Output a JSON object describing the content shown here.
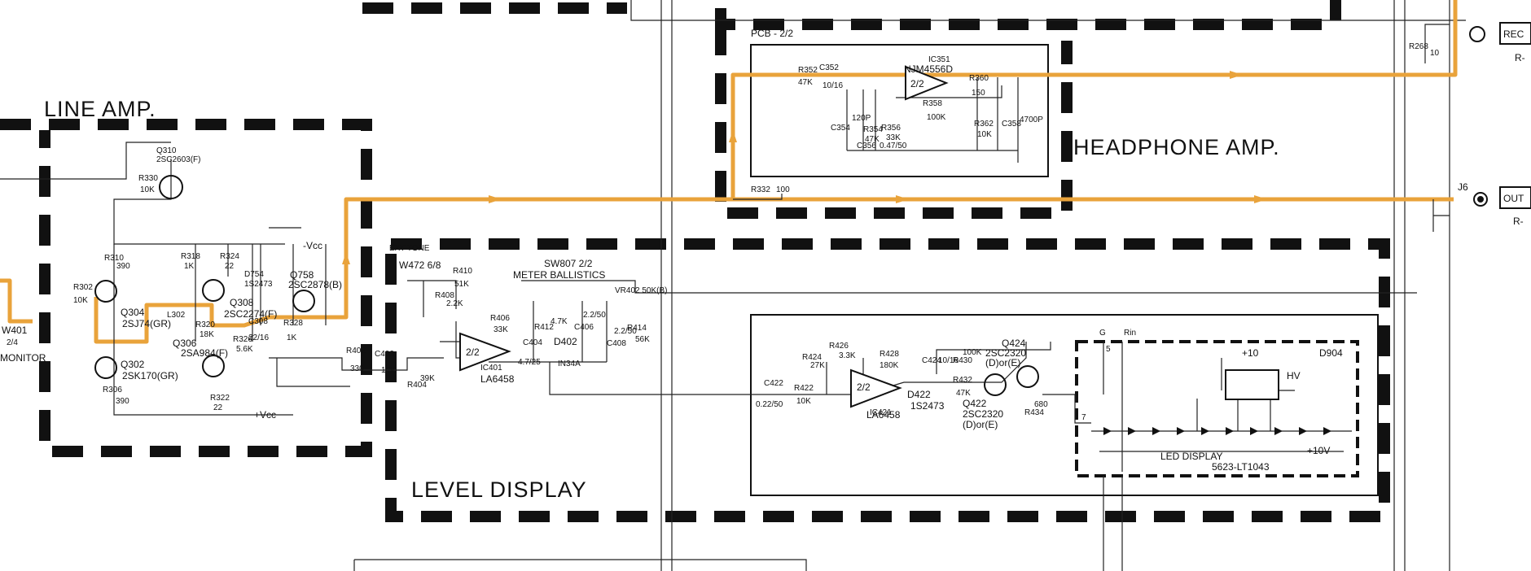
{
  "diagram": {
    "sections": {
      "line_amp": "LINE AMP.",
      "headphone_amp": "HEADPHONE AMP.",
      "level_display": "LEVEL DISPLAY",
      "pcb": "PCB - 2/2"
    },
    "connectors": {
      "rec": "REC",
      "rec_sub": "R-",
      "out": "OUT",
      "out_sub": "R-",
      "j6": "J6"
    },
    "line_amp": {
      "w401": "W401",
      "w401_sub": "2/4",
      "monitor": "MONITOR",
      "q310": "Q310",
      "q310_part": "2SC2603(F)",
      "r330": "R330",
      "r330_val": "10K",
      "q304": "Q304",
      "q304_part": "2SJ74(GR)",
      "q302": "Q302",
      "q302_part": "2SK170(GR)",
      "q306": "Q306",
      "q306_part": "2SA984(F)",
      "q308": "Q308",
      "q308_part": "2SC2274(F)",
      "q758": "Q758",
      "q758_part": "2SC2878(B)",
      "d754": "D754",
      "d754_part": "1S2473",
      "l302": "L302",
      "r302": "R302",
      "r302_val": "10K",
      "r310": "R310",
      "r310_val": "390",
      "r306": "R306",
      "r306_val": "390",
      "r322": "R322",
      "r322_val": "22",
      "r324": "R324",
      "r324_val": "22",
      "r318": "R318",
      "r318_val": "1K",
      "r320": "R320",
      "r320_val": "18K",
      "r326": "R326",
      "r326_val": "5.6K",
      "r328": "R328",
      "r328_val": "1K",
      "c308": "C308",
      "c308_val": "22/16",
      "vcc_top": "-Vcc",
      "vcc_bot": "+Vcc"
    },
    "headphone_amp": {
      "ic351": "IC351",
      "ic351_part": "NJM4556D",
      "ic_unit": "2/2",
      "r352": "R352",
      "r352_val": "47K",
      "c352": "C352",
      "c352_val": "10/16",
      "r360": "R360",
      "r360_val": "150",
      "r358": "R358",
      "r358_val": "100K",
      "c354": "C354",
      "c354_val": "120P",
      "r354": "R354",
      "r354_val": "47K",
      "r356": "R356",
      "r356_val": "33K",
      "c356": "C356",
      "c356_val": "0.47/50",
      "r362": "R362",
      "r362_val": "10K",
      "c358": "C358",
      "c358_val": "4700P",
      "r332": "R332",
      "r332_val": "100",
      "r268": "R268",
      "r268_val": "10"
    },
    "level_display": {
      "vcc_sw": "EXT TONE",
      "w472": "W472 6/8",
      "r410": "R410",
      "r410_val": "51K",
      "r408": "R408",
      "r408_val": "2.2K",
      "r406": "R406",
      "r406_val": "33K",
      "ic401": "IC401",
      "ic401_part": "LA6458",
      "ic401_unit": "2/2",
      "sw807": "SW807 2/2",
      "meter_ballistics": "METER BALLISTICS",
      "vr402": "VR402 50K(B)",
      "r412": "R412",
      "r412_val": "4.7K",
      "c406": "C406",
      "c406_val": "2.2/50",
      "c408": "C408",
      "c408_val": "2.2/50",
      "r414": "R414",
      "r414_val": "56K",
      "c404": "C404",
      "c404_val": "4.7/25",
      "d402": "D402",
      "d402_part": "IN34A",
      "c402": "C402",
      "c402_val": "1/50",
      "r402": "R402",
      "r402_val": "330",
      "r404": "R404",
      "r404_val": "39K",
      "c422": "C422",
      "c422_val": "0.22/50",
      "r422": "R422",
      "r422_val": "10K",
      "r424": "R424",
      "r424_val": "27K",
      "r426": "R426",
      "r426_val": "3.3K",
      "r428": "R428",
      "r428_val": "180K",
      "ic421": "IC421",
      "ic421_part": "LA6458",
      "ic421_unit": "2/2",
      "d422": "D422",
      "d422_part": "1S2473",
      "c424": "C424",
      "c424_val": "10/16",
      "r430": "R430",
      "r430_val": "100K",
      "r432": "R432",
      "r432_val": "47K",
      "q422": "Q422",
      "q422_part": "2SC2320",
      "q422_grade": "(D)or(E)",
      "q424": "Q424",
      "q424_part": "2SC2320",
      "q424_grade": "(D)or(E)",
      "r434": "R434",
      "r434_val": "680",
      "d904": "D904",
      "led_display": "LED DISPLAY",
      "led_part": "5623-LT1043",
      "plus10": "+10",
      "hv": "HV",
      "plus10v": "+10V",
      "g_pin": "G",
      "rin_pin": "Rin",
      "pin5": "5",
      "pin7": "7"
    }
  }
}
